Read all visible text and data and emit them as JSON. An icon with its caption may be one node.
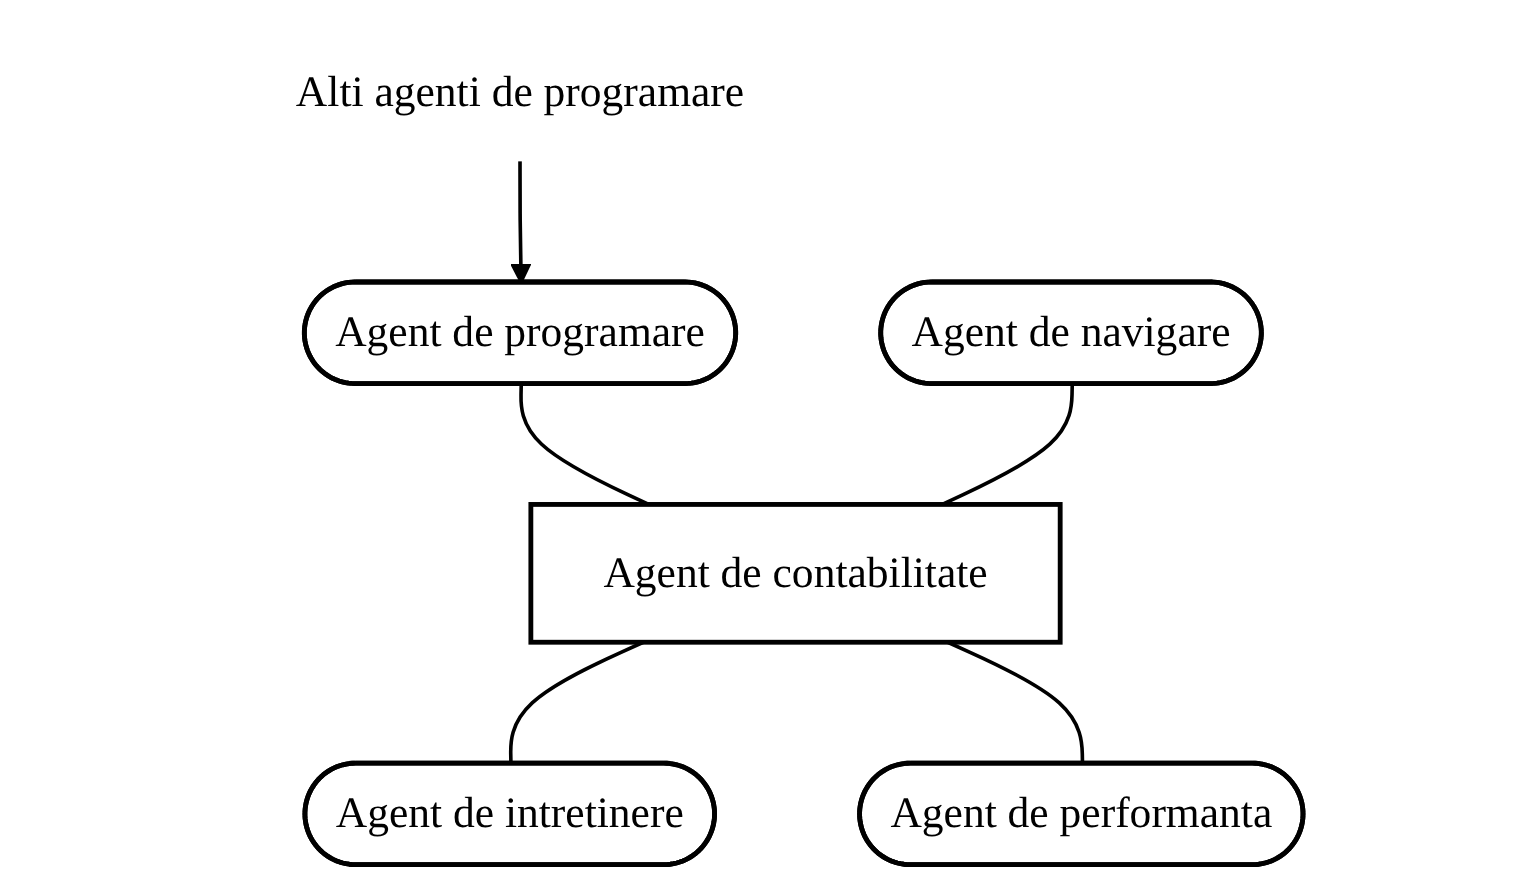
{
  "diagram": {
    "nodes": [
      {
        "text": [
          "Alti agenti de programare"
        ]
      },
      {
        "text": [
          "Agent de programare"
        ]
      },
      {
        "text": [
          "Agent de navigare"
        ]
      },
      {
        "text": [
          "Agent de contabilitate"
        ]
      },
      {
        "text": [
          "Agent de intretinere"
        ]
      },
      {
        "text": [
          "Agent de performanta"
        ]
      }
    ],
    "edges": [
      {
        "from": 0,
        "to": 1,
        "arrow": "to"
      },
      {
        "from": 1,
        "to": 3,
        "arrow": "none"
      },
      {
        "from": 2,
        "to": 3,
        "arrow": "none"
      },
      {
        "from": 3,
        "to": 4,
        "arrow": "none"
      },
      {
        "from": 3,
        "to": 5,
        "arrow": "none"
      }
    ]
  }
}
